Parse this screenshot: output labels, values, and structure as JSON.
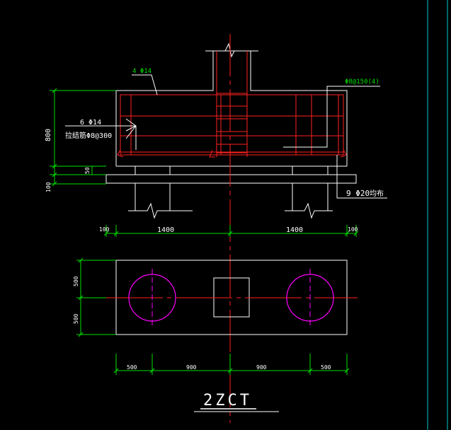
{
  "drawing": {
    "title": "2ZCT",
    "colors": {
      "background": "#000000",
      "outline": "#ffffff",
      "rebar": "#ff2020",
      "dimension": "#00e000",
      "pile": "#ff00ff",
      "annotation": "#ffffff",
      "frame": "#00c8c8"
    },
    "elevation": {
      "labels": {
        "top_bar": "4 Φ14",
        "stirrup": "Φ8@150(4)",
        "side_bar": "6 Φ14",
        "tie_bar": "拉结筋Φ8@300",
        "bottom_bar": "9 Φ20",
        "bottom_bar_note": "均布"
      },
      "dimensions": {
        "height": "800",
        "cover": "50",
        "pad": "100",
        "edge_left": "100",
        "span_left": "1400",
        "span_right": "1400",
        "edge_right": "100"
      }
    },
    "plan": {
      "dimensions": {
        "upper": "500",
        "lower": "500",
        "d1": "500",
        "d2": "900",
        "d3": "900",
        "d4": "500"
      }
    }
  }
}
